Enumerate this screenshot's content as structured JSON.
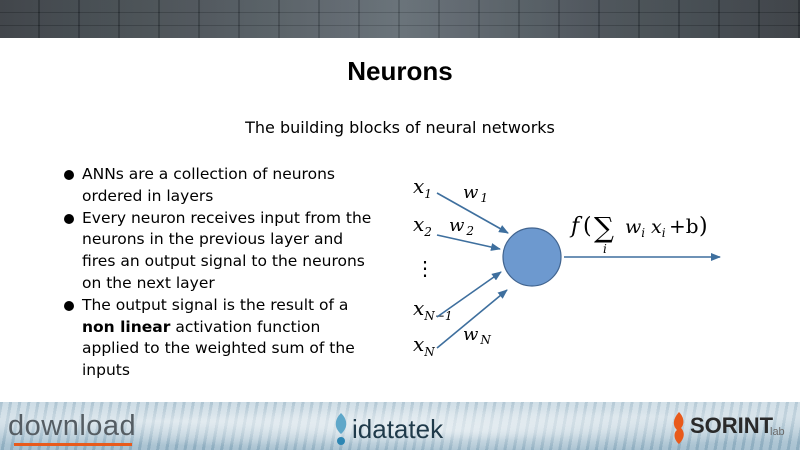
{
  "slide": {
    "title": "Neurons",
    "subtitle": "The building blocks of neural networks"
  },
  "bullets": [
    {
      "text": "ANNs are a collection of neurons ordered in layers"
    },
    {
      "text": "Every neuron receives input from the neurons in the previous layer and fires an output signal to the neurons on the next layer"
    },
    {
      "before": "The output signal is the result of a ",
      "bold": "non linear",
      "after": " activation function applied to the weighted sum of the inputs"
    }
  ],
  "diagram": {
    "inputs": [
      {
        "var": "x",
        "sub": "1"
      },
      {
        "var": "x",
        "sub": "2"
      },
      {
        "var": "x",
        "sub": "N−1"
      },
      {
        "var": "x",
        "sub": "N"
      }
    ],
    "ellipsis": "⋮",
    "weights": [
      {
        "var": "w",
        "sub": "1"
      },
      {
        "var": "w",
        "sub": "2"
      },
      {
        "var": "w",
        "sub": "N"
      }
    ],
    "formula": {
      "f": "f",
      "open": "(",
      "sum": "∑",
      "index": "i",
      "w": "w",
      "w_sub": "i",
      "x": "x",
      "x_sub": "i",
      "plus_b": "+b",
      "close": ")"
    },
    "colors": {
      "neuron": "#6d99cf",
      "neuron_stroke": "#41648f",
      "arrow": "#3e6f9e"
    }
  },
  "footer": {
    "download_logo": "download",
    "idatatek_logo": "idatatek",
    "sorint_logo": "SORINT",
    "sorint_lab": "lab",
    "accent": "#e85a1b"
  }
}
